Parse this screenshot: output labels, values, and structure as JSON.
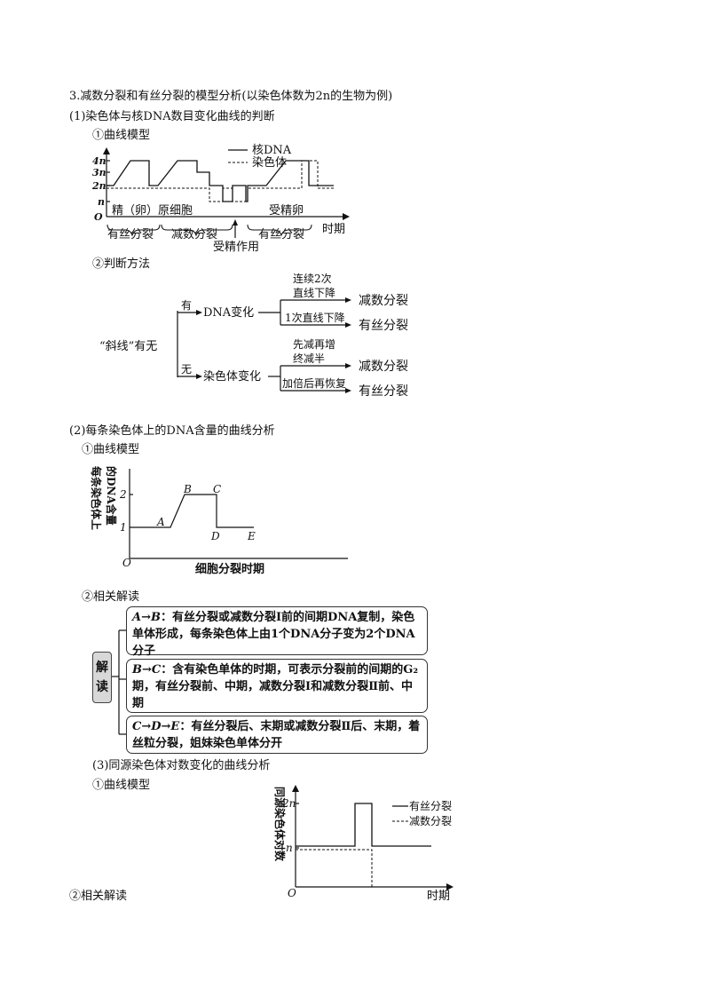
{
  "heading": "3.减数分裂和有丝分裂的模型分析(以染色体数为2n的生物为例)",
  "s1": {
    "title": "(1)染色体与核DNA数目变化曲线的判断",
    "sub1": "①曲线模型",
    "chart": {
      "legend_dna": "核DNA",
      "legend_chrom": "染色体",
      "y_ticks": [
        "4n",
        "3n",
        "2n",
        "n"
      ],
      "origin": "O",
      "stage_labels": [
        "精（卵）原细胞",
        "受精卵"
      ],
      "axis_label": "时期",
      "period_labels": [
        "有丝分裂",
        "减数分裂",
        "有丝分裂"
      ],
      "event_label": "受精作用"
    },
    "sub2": "②判断方法",
    "flow": {
      "root": "“斜线”有无",
      "yes": "有",
      "no": "无",
      "dna_change": "DNA变化",
      "chrom_change": "染色体变化",
      "c1_line1": "连续2次",
      "c1_line2": "直线下降",
      "c2": "1次直线下降",
      "c3_line1": "先减再增",
      "c3_line2": "终减半",
      "c4": "加倍后再恢复",
      "r_meiosis": "减数分裂",
      "r_mitosis": "有丝分裂"
    }
  },
  "s2": {
    "title": "(2)每条染色体上的DNA含量的曲线分析",
    "sub1": "①曲线模型",
    "chart": {
      "ylabel_line1": "每条染色体上",
      "ylabel_line2": "的DNA含量",
      "y_ticks": [
        "2",
        "1"
      ],
      "origin": "O",
      "points": [
        "A",
        "B",
        "C",
        "D",
        "E"
      ],
      "xlabel": "细胞分裂时期"
    },
    "sub2": "②相关解读",
    "badge": "解读",
    "interp": [
      {
        "label": "A→B",
        "text": "：有丝分裂或减数分裂Ⅰ前的间期DNA复制，染色单体形成，每条染色体上由1个DNA分子变为2个DNA分子"
      },
      {
        "label": "B→C",
        "text": "：含有染色单体的时期，可表示分裂前的间期的G₂期，有丝分裂前、中期，减数分裂Ⅰ和减数分裂Ⅱ前、中期"
      },
      {
        "label": "C→D→E",
        "text": "：有丝分裂后、末期或减数分裂Ⅱ后、末期，着丝粒分裂，姐妹染色单体分开"
      }
    ]
  },
  "s3": {
    "title": "(3)同源染色体对数变化的曲线分析",
    "sub1": "①曲线模型",
    "chart": {
      "ylabel": "同源染色体对数",
      "y_ticks": [
        "2n",
        "n"
      ],
      "origin": "O",
      "xlabel": "时期",
      "legend_mitosis": "有丝分裂",
      "legend_meiosis": "减数分裂"
    },
    "sub2": "②相关解读"
  }
}
